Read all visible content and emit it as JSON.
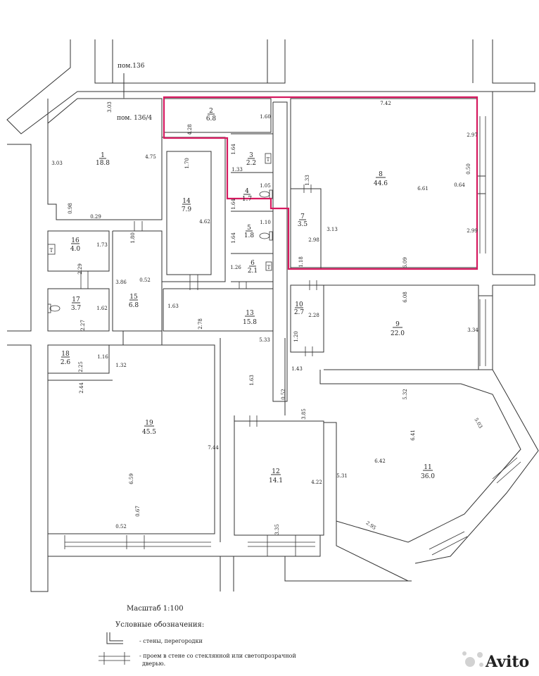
{
  "labels": {
    "building_room": "пом.136",
    "sub_room": "пом. 136/4",
    "scale": "Масштаб 1:100",
    "legend_title": "Условные обозначения:",
    "legend_walls": "- стены, перегородки",
    "legend_opening_line1": "- проем в стене со стеклянной или светопрозрачной",
    "legend_opening_line2": "дверью."
  },
  "highlight_color": "#d6195f",
  "rooms": [
    {
      "no": "1",
      "area": "18.8"
    },
    {
      "no": "2",
      "area": "6.8"
    },
    {
      "no": "3",
      "area": "2.2"
    },
    {
      "no": "4",
      "area": "1.7"
    },
    {
      "no": "5",
      "area": "1.8"
    },
    {
      "no": "6",
      "area": "2.1"
    },
    {
      "no": "7",
      "area": "3.5"
    },
    {
      "no": "8",
      "area": "44.6"
    },
    {
      "no": "9",
      "area": "22.0"
    },
    {
      "no": "10",
      "area": "2.7"
    },
    {
      "no": "11",
      "area": "36.0"
    },
    {
      "no": "12",
      "area": "14.1"
    },
    {
      "no": "13",
      "area": "15.8"
    },
    {
      "no": "14",
      "area": "7.9"
    },
    {
      "no": "15",
      "area": "6.8"
    },
    {
      "no": "16",
      "area": "4.0"
    },
    {
      "no": "17",
      "area": "3.7"
    },
    {
      "no": "18",
      "area": "2.6"
    },
    {
      "no": "19",
      "area": "45.5"
    }
  ],
  "dimensions": [
    "3.03",
    "3.03",
    "4.75",
    "0.98",
    "0.29",
    "4.28",
    "1.60",
    "7.42",
    "2.97",
    "0.50",
    "0.64",
    "6.61",
    "2.99",
    "6.09",
    "1.33",
    "3.13",
    "2.98",
    "1.18",
    "1.64",
    "1.33",
    "1.05",
    "1.64",
    "1.70",
    "4.62",
    "1.10",
    "1.64",
    "1.26",
    "1.80",
    "1.73",
    "2.29",
    "0.52",
    "3.86",
    "1.62",
    "2.27",
    "1.63",
    "2.78",
    "5.33",
    "1.63",
    "0.52",
    "1.43",
    "6.08",
    "2.28",
    "1.20",
    "3.34",
    "1.16",
    "1.32",
    "2.25",
    "2.44",
    "5.32",
    "3.85",
    "6.41",
    "5.03",
    "6.42",
    "5.31",
    "4.22",
    "3.35",
    "2.95",
    "7.44",
    "6.59",
    "0.67",
    "0.52"
  ],
  "watermark": "Avito"
}
